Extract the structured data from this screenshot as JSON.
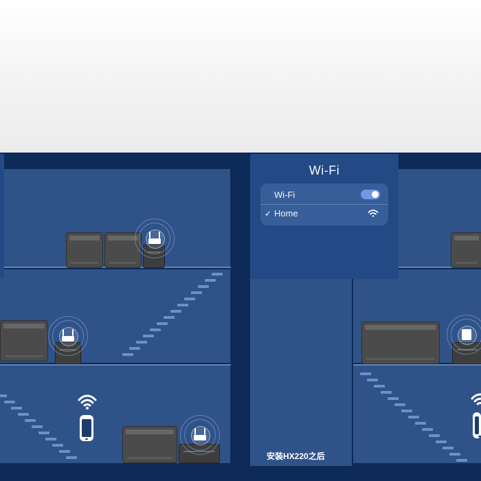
{
  "wifi_panel": {
    "title": "Wi-Fi",
    "row_wifi_label": "Wi-Fi",
    "row_wifi_toggle_on": true,
    "row_network_checked": true,
    "row_network_label": "Home"
  },
  "caption": "安装HX220之后",
  "colors": {
    "wall": "#0d2a59",
    "room": "#2f5288",
    "panel": "#234a84",
    "card": "#365f99",
    "accent": "#6f98e6"
  },
  "icons": {
    "check": "check-icon",
    "wifi": "wifi-icon",
    "router": "router-icon",
    "phone": "phone-icon"
  }
}
